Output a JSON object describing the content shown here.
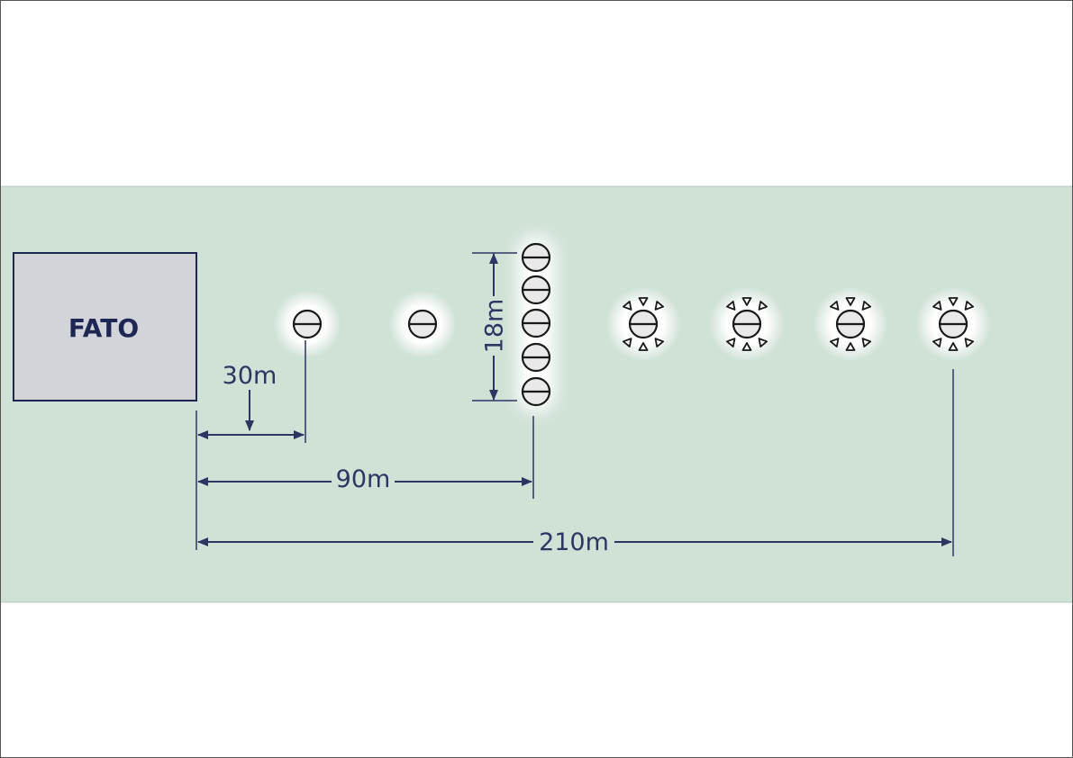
{
  "fato": {
    "label": "FATO"
  },
  "dimensions": [
    {
      "id": "d30",
      "label": "30m"
    },
    {
      "id": "d90",
      "label": "90m"
    },
    {
      "id": "d210",
      "label": "210m"
    },
    {
      "id": "d18",
      "label": "18m"
    }
  ],
  "colors": {
    "band": "#d0e1d6",
    "fato_fill": "#d2d4d9",
    "line": "#2e3563",
    "light_fill": "#e9e9ea",
    "light_stroke": "#1a1a1a",
    "glow": "#ffffff"
  }
}
